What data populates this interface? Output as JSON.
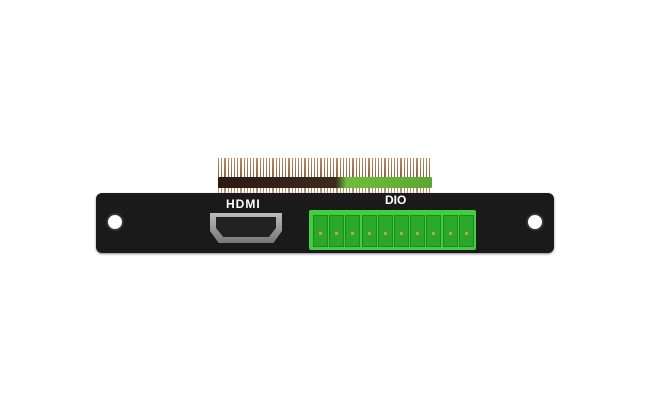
{
  "product": {
    "hdmi_label": "HDMI",
    "dio_label": "DIO",
    "terminal_count": 10,
    "colors": {
      "panel": "#1a1a1a",
      "terminal_block": "#3fcf3f"
    }
  }
}
